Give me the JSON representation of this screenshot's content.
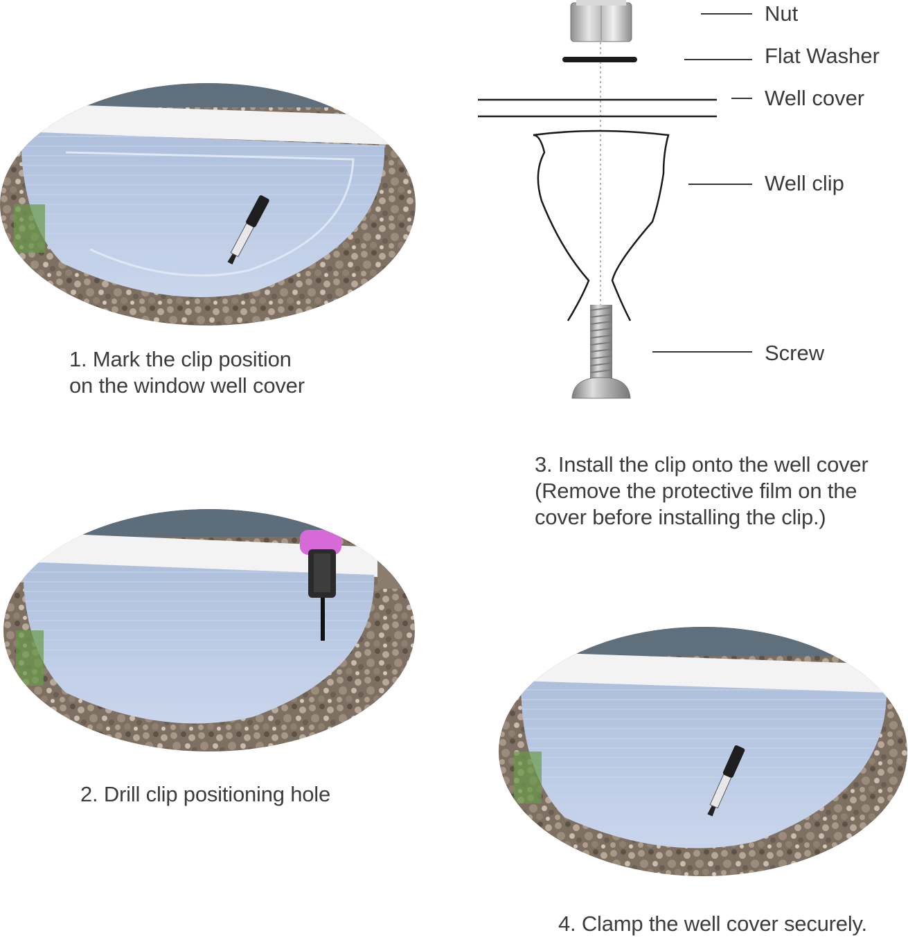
{
  "steps": [
    {
      "line1": "1. Mark the clip position",
      "line2": "on the window well cover"
    },
    {
      "line1": "2. Drill clip positioning hole"
    },
    {
      "line1": "3. Install the clip onto the well cover",
      "line2": "(Remove the protective film on the",
      "line3": "cover before installing the clip.)"
    },
    {
      "line1": "4. Clamp the well cover securely."
    }
  ],
  "parts": {
    "nut": "Nut",
    "flat_washer": "Flat Washer",
    "well_cover": "Well cover",
    "well_clip": "Well clip",
    "screw": "Screw"
  },
  "colors": {
    "cover": "#b8cbe6",
    "gravel": "#8a7a6a",
    "frame": "#f2f2f2",
    "pink_drill": "#d66ad8"
  }
}
